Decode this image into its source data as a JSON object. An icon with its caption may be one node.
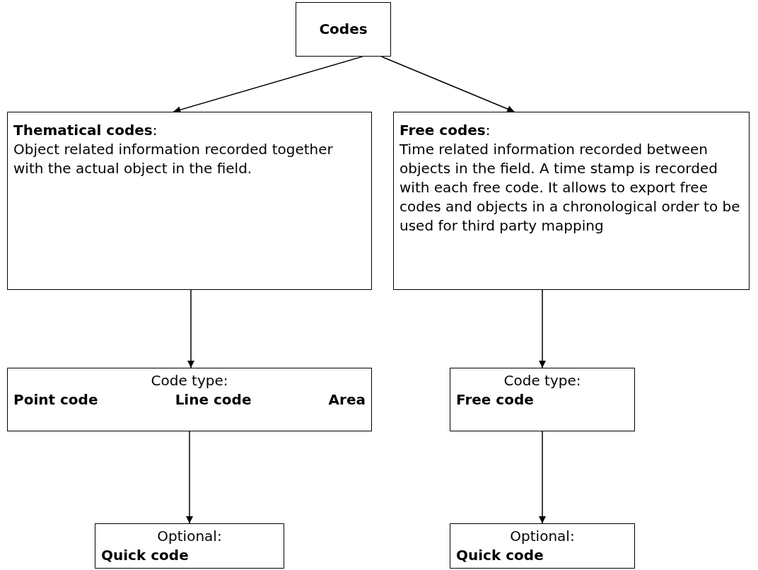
{
  "diagram": {
    "nodes": [
      {
        "text": [
          "Codes"
        ]
      },
      {
        "text": [
          "**Thematical codes**:",
          "Object related information recorded together with the actual object in the field."
        ]
      },
      {
        "text": [
          "**Free codes**:",
          "Time related information recorded between objects in the field. A time stamp is recorded with each free code. It allows to export free codes and objects in a chronological order to be used for third party mapping"
        ]
      },
      {
        "text": [
          "Code type:",
          "Point code",
          "Line code",
          "Area"
        ]
      },
      {
        "text": [
          "Code type:",
          "Free code"
        ]
      },
      {
        "text": [
          "Optional:",
          "Quick code"
        ]
      },
      {
        "text": [
          "Optional:",
          "Quick code"
        ]
      }
    ],
    "edges": [
      {
        "from": 0,
        "to": 1,
        "arrow": "to"
      },
      {
        "from": 0,
        "to": 2,
        "arrow": "to"
      },
      {
        "from": 1,
        "to": 3,
        "arrow": "to"
      },
      {
        "from": 2,
        "to": 4,
        "arrow": "to"
      },
      {
        "from": 3,
        "to": 5,
        "arrow": "to"
      },
      {
        "from": 4,
        "to": 6,
        "arrow": "to"
      }
    ]
  }
}
